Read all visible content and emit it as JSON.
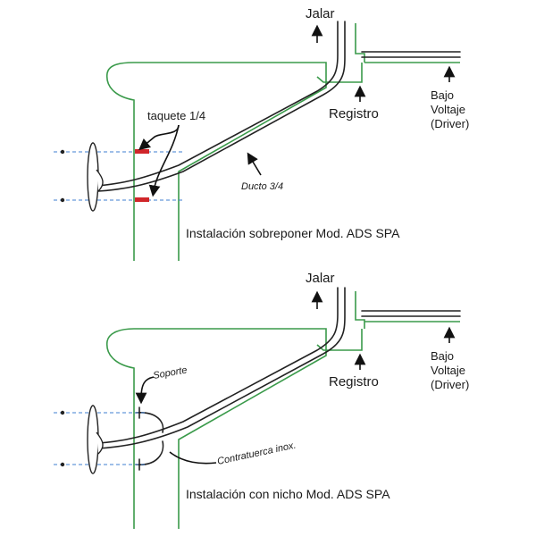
{
  "colors": {
    "wall": "#3a9a4a",
    "duct": "#222222",
    "dashed_line": "#3f7fd0",
    "anchor": "#d0262a",
    "text": "#1a1a1a"
  },
  "top_diagram": {
    "pull_label": "Jalar",
    "registry_label": "Registro",
    "low_voltage_lines": [
      "Bajo",
      "Voltaje",
      "(Driver)"
    ],
    "anchor_label": "taquete 1/4",
    "duct_label": "Ducto 3/4",
    "caption": "Instalación sobreponer Mod. ADS SPA"
  },
  "bottom_diagram": {
    "pull_label": "Jalar",
    "registry_label": "Registro",
    "low_voltage_lines": [
      "Bajo",
      "Voltaje",
      "(Driver)"
    ],
    "support_label": "Soporte",
    "locknut_label": "Contratuerca inox.",
    "caption": "Instalación con nicho Mod. ADS SPA"
  }
}
